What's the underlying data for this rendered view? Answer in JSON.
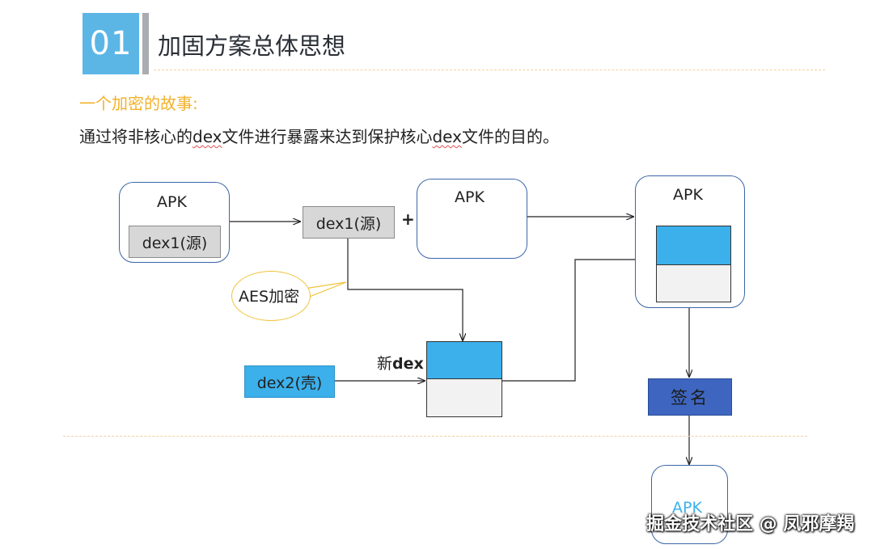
{
  "header": {
    "number": "01",
    "title": "加固方案总体思想"
  },
  "subtitle": "一个加密的故事:",
  "description": {
    "p1": "通过将非核心的",
    "w1": "dex",
    "p2": "文件进行暴露来达到保护核心",
    "w2": "dex",
    "p3": "文件的目的。"
  },
  "diagram": {
    "apk1": {
      "label": "APK",
      "inner": "dex1(源)"
    },
    "dex1_middle": "dex1(源)",
    "plus": "+",
    "apk2_label": "APK",
    "apk3_label": "APK",
    "aes_bubble": "AES加密",
    "new_dex_prefix": "新",
    "new_dex_bold": "dex",
    "dex2_shell": "dex2(壳)",
    "sign": "签名",
    "final_apk": "APK"
  },
  "colors": {
    "accent_blue": "#3bb0eb",
    "number_box": "#5bb6e6",
    "sign_box": "#3e66c0",
    "subtitle_yellow": "#f2b22a",
    "box_border": "#3a66a8"
  },
  "watermark": "掘金技术社区 @ 凤邪摩羯"
}
